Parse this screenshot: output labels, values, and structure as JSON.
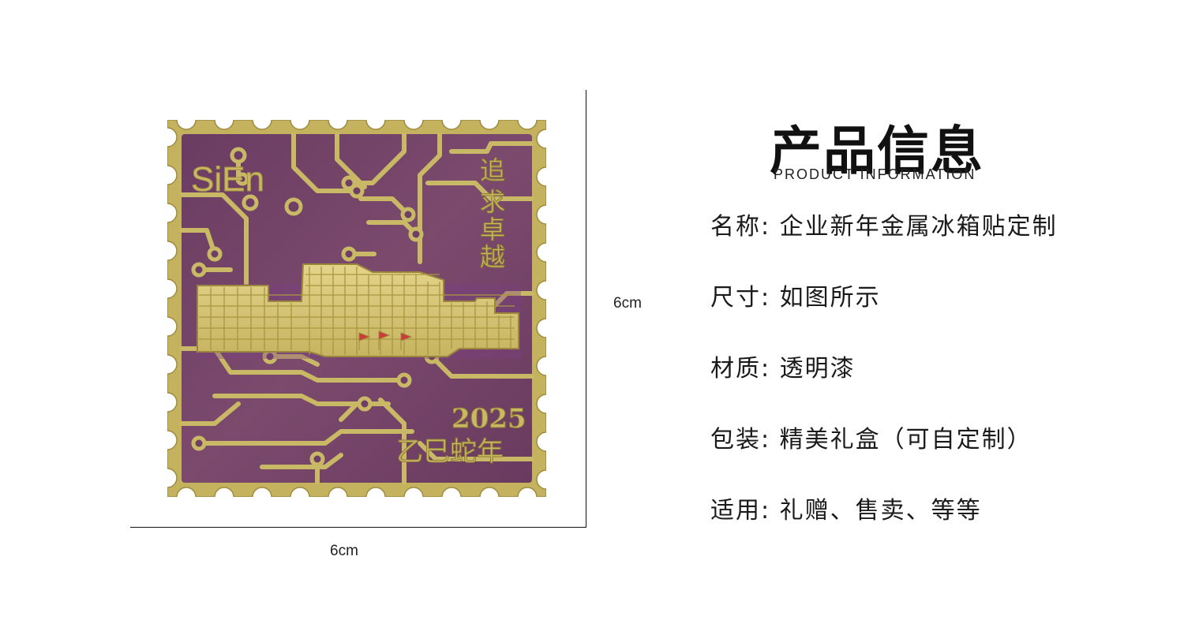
{
  "dimensions": {
    "width_label": "6cm",
    "height_label": "6cm"
  },
  "product_image": {
    "logo_text": "SiEn",
    "vertical_text": [
      "追",
      "求",
      "卓",
      "越"
    ],
    "year": "2025",
    "zodiac_text": "乙巳蛇年",
    "colors": {
      "metal": "#c9b866",
      "enamel": "#6e3e63",
      "flag": "#d0393c"
    }
  },
  "info": {
    "title_cn": "产品信息",
    "title_en": "PRODUCT INFORMATION",
    "rows": [
      {
        "label": "名称:",
        "value": "企业新年金属冰箱贴定制"
      },
      {
        "label": "尺寸:",
        "value": "如图所示"
      },
      {
        "label": "材质:",
        "value": "透明漆"
      },
      {
        "label": "包装:",
        "value": "精美礼盒（可自定制）"
      },
      {
        "label": "适用:",
        "value": "礼赠、售卖、等等"
      }
    ]
  }
}
